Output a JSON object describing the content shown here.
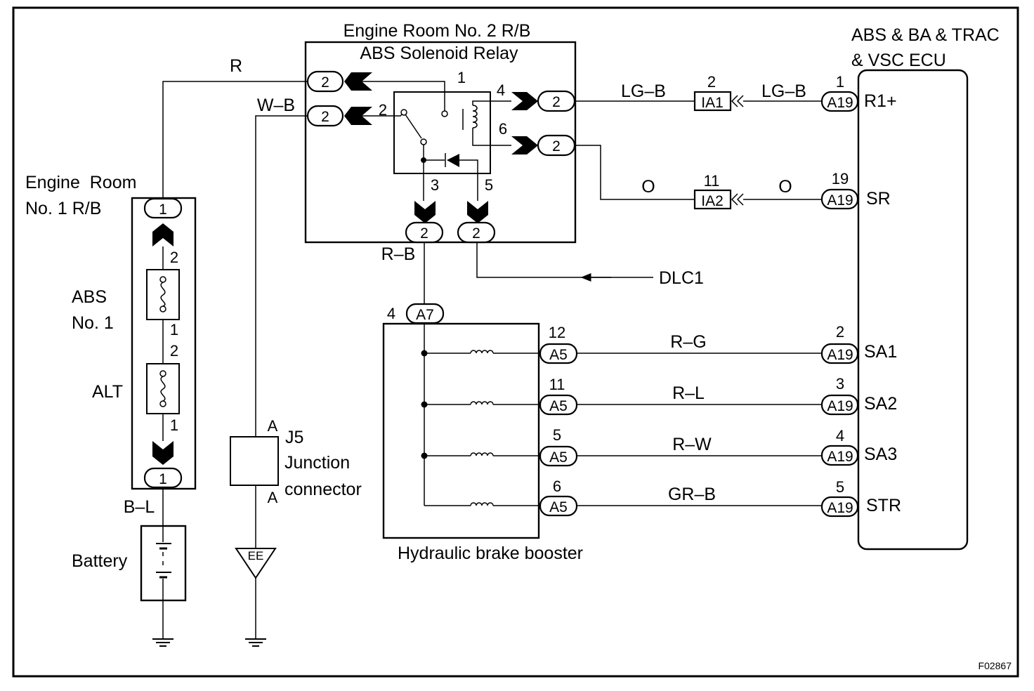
{
  "figure_code": "F02867",
  "relay_box": {
    "title": "Engine Room No. 2 R/B",
    "subtitle": "ABS Solenoid Relay",
    "relay_pins": [
      "1",
      "2",
      "3",
      "4",
      "5",
      "6"
    ],
    "connector": "2"
  },
  "ecu": {
    "title_line1": "ABS & BA & TRAC",
    "title_line2": "& VSC ECU",
    "connector": "A19",
    "terminals": [
      {
        "pin": "1",
        "name": "R1+"
      },
      {
        "pin": "19",
        "name": "SR"
      },
      {
        "pin": "2",
        "name": "SA1"
      },
      {
        "pin": "3",
        "name": "SA2"
      },
      {
        "pin": "4",
        "name": "SA3"
      },
      {
        "pin": "5",
        "name": "STR"
      }
    ]
  },
  "r1_box": {
    "title_line1": "Engine  Room",
    "title_line2": "No. 1 R/B",
    "connector": "1",
    "fuse1_line1": "ABS",
    "fuse1_line2": "No. 1",
    "fuse2": "ALT",
    "pin_2": "2",
    "pin_1": "1"
  },
  "battery": "Battery",
  "junction": {
    "pin_a": "A",
    "name": "J5",
    "line1": "Junction",
    "line2": "connector"
  },
  "ground_ee": "EE",
  "booster": {
    "label": "Hydraulic brake booster",
    "input_pin": "4",
    "input_connector": "A7",
    "connector": "A5",
    "pins": [
      "12",
      "11",
      "5",
      "6"
    ]
  },
  "inline_connectors": [
    {
      "pin": "2",
      "name": "IA1"
    },
    {
      "pin": "11",
      "name": "IA2"
    }
  ],
  "wires": {
    "r": "R",
    "wb": "W–B",
    "lgb": "LG–B",
    "o": "O",
    "rb": "R–B",
    "bl": "B–L",
    "rg": "R–G",
    "rl": "R–L",
    "rw": "R–W",
    "grb": "GR–B"
  },
  "dlc": "DLC1"
}
